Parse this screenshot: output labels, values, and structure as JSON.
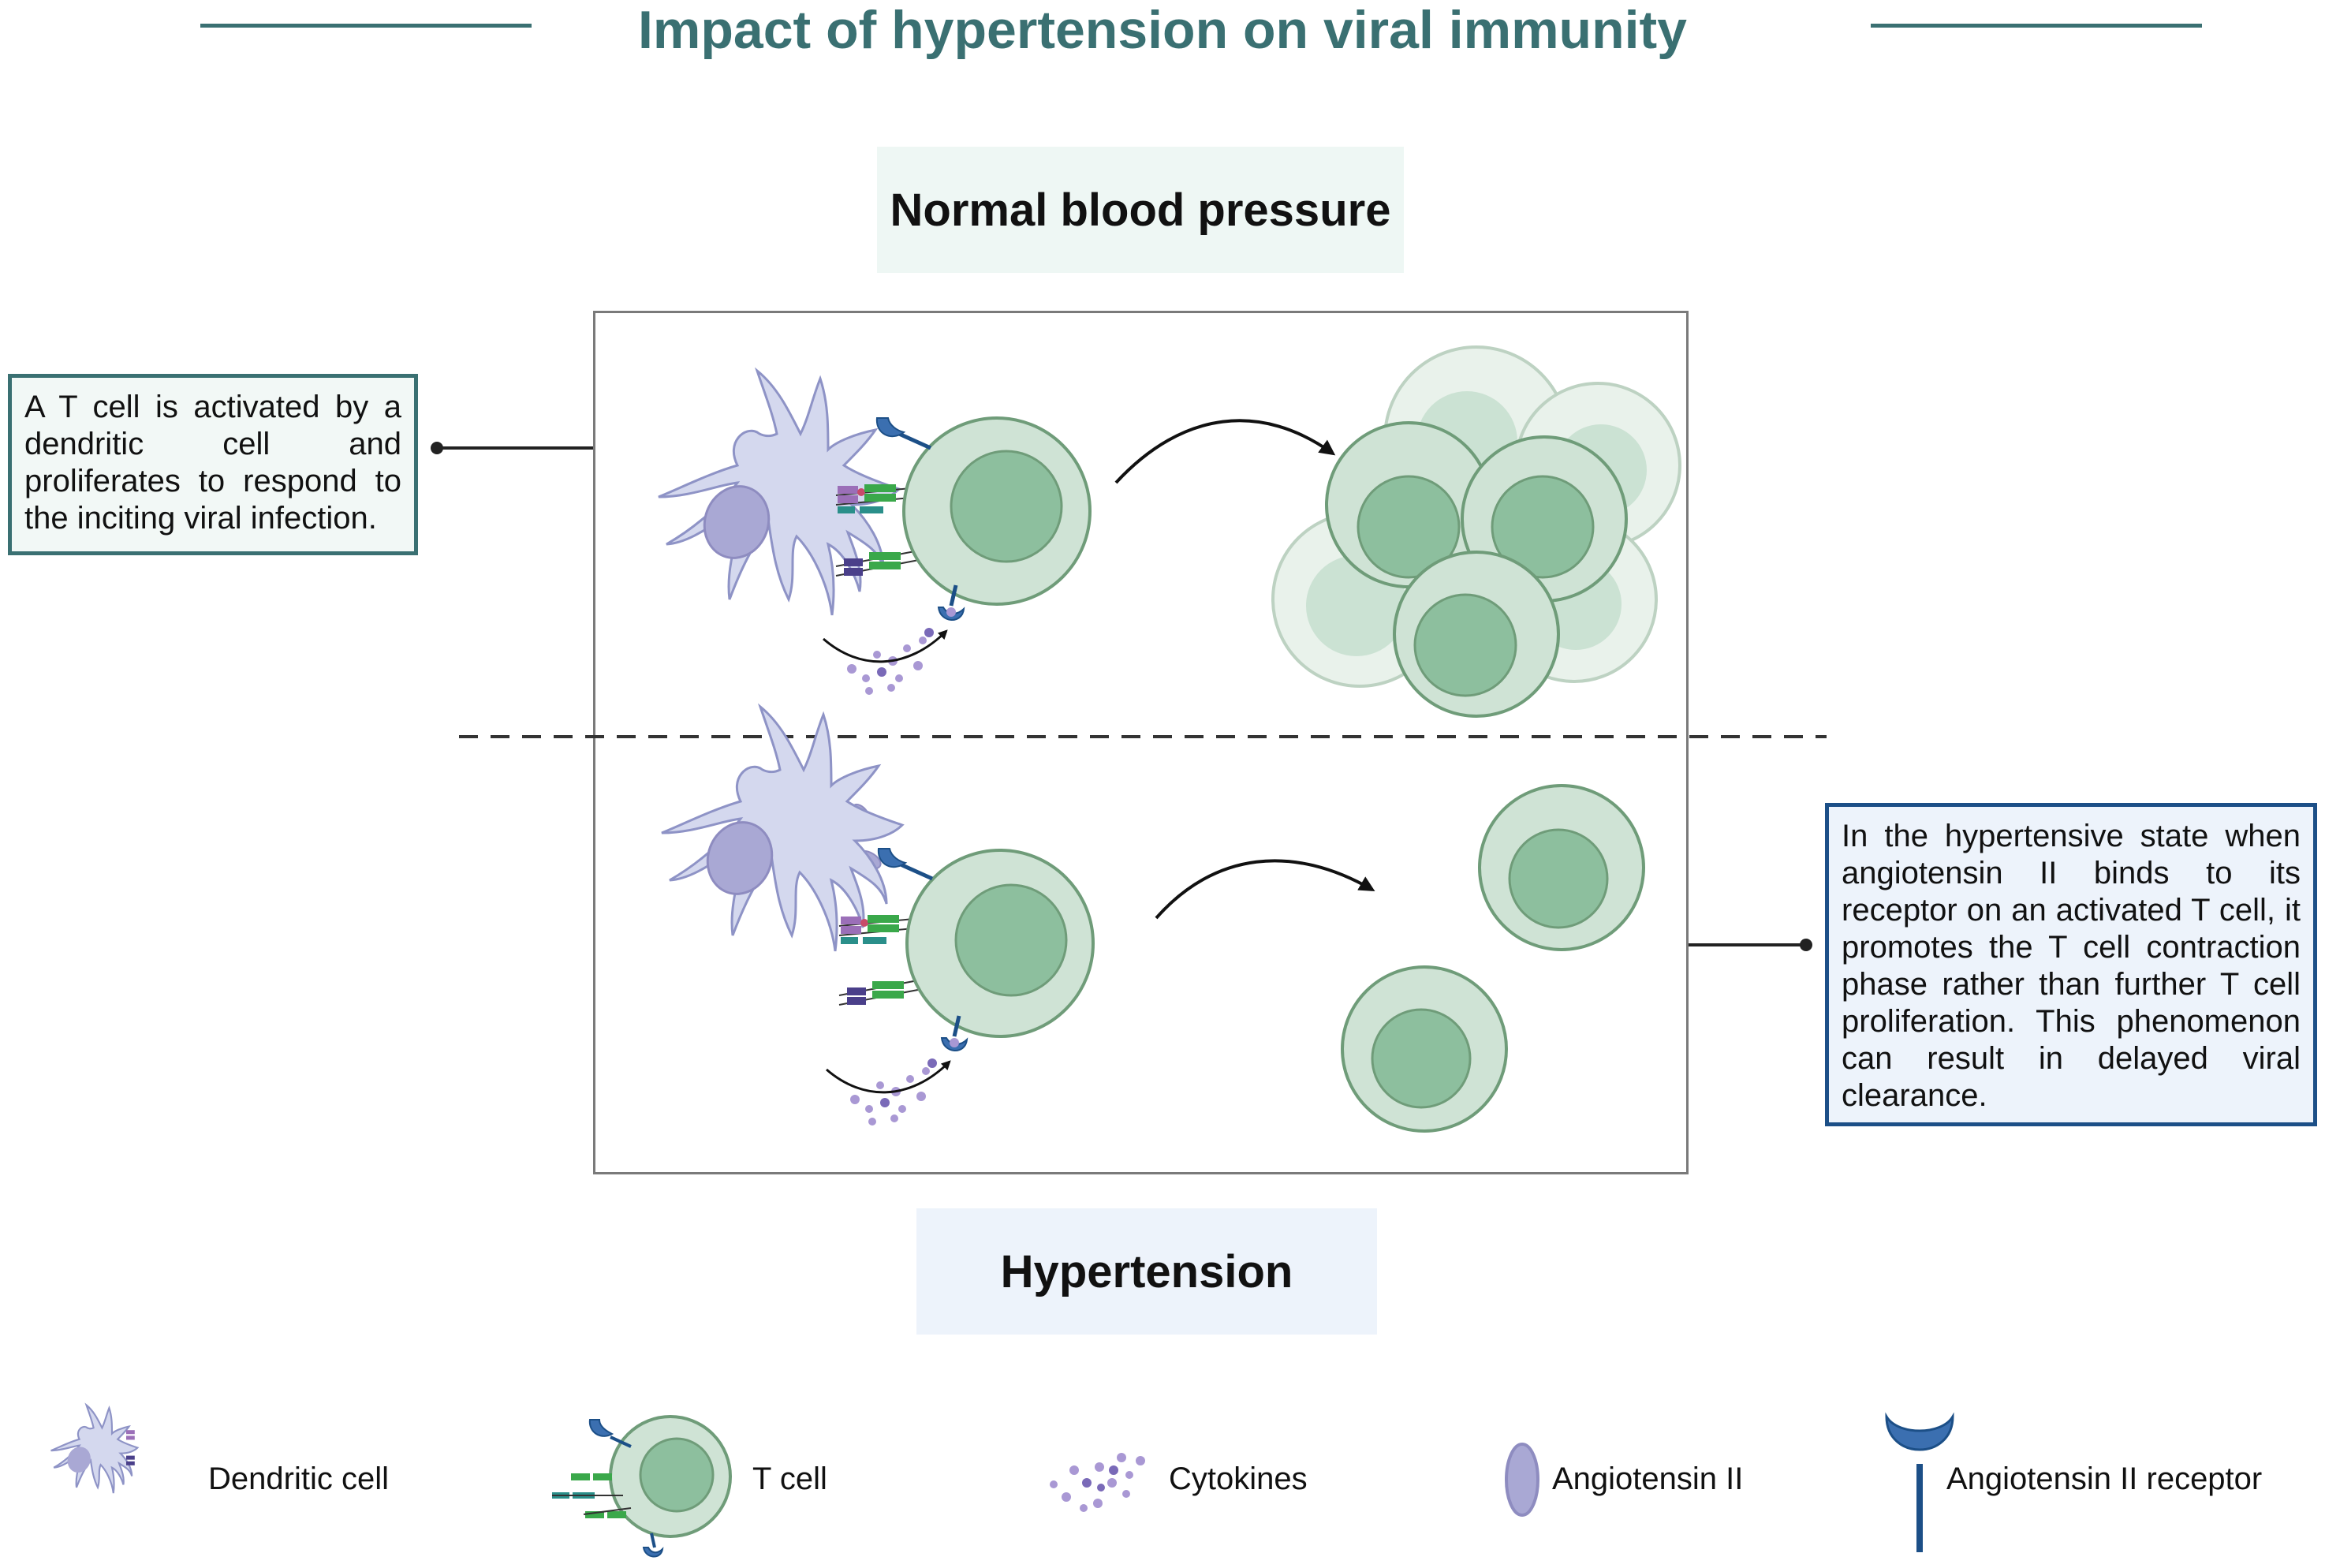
{
  "title": "Impact of hypertension on viral immunity",
  "panels": {
    "top_label": "Normal blood pressure",
    "bottom_label": "Hypertension"
  },
  "notes": {
    "left": "A T cell is activated by a dendritic cell and proliferates to respond to the inciting viral infection.",
    "right": "In the hypertensive state when angiotensin II binds to its receptor on an activated T cell, it promotes the T cell contraction phase rather than further T cell proliferation. This phenomenon can result in delayed viral clearance."
  },
  "legend": {
    "dendritic_cell": "Dendritic cell",
    "t_cell": "T cell",
    "cytokines": "Cytokines",
    "angiotensin_ii": "Angiotensin II",
    "angiotensin_ii_receptor": "Angiotensin II receptor"
  },
  "colors": {
    "title": "#3a7072",
    "dendritic_cell": "#d4d8ee",
    "dendritic_nucleus": "#a9a8d4",
    "t_cell_outer": "#cfe3d5",
    "t_cell_inner": "#8dbf9e",
    "cell_outline": "#6f9c79",
    "receptor": "#3b6fb0",
    "top_label_bg": "#eef7f4",
    "bottom_label_bg": "#edf3fb",
    "left_note_border": "#3a7072",
    "left_note_bg": "#f2f8f6",
    "right_note_border": "#1c4f87",
    "right_note_bg": "#edf3fb"
  }
}
